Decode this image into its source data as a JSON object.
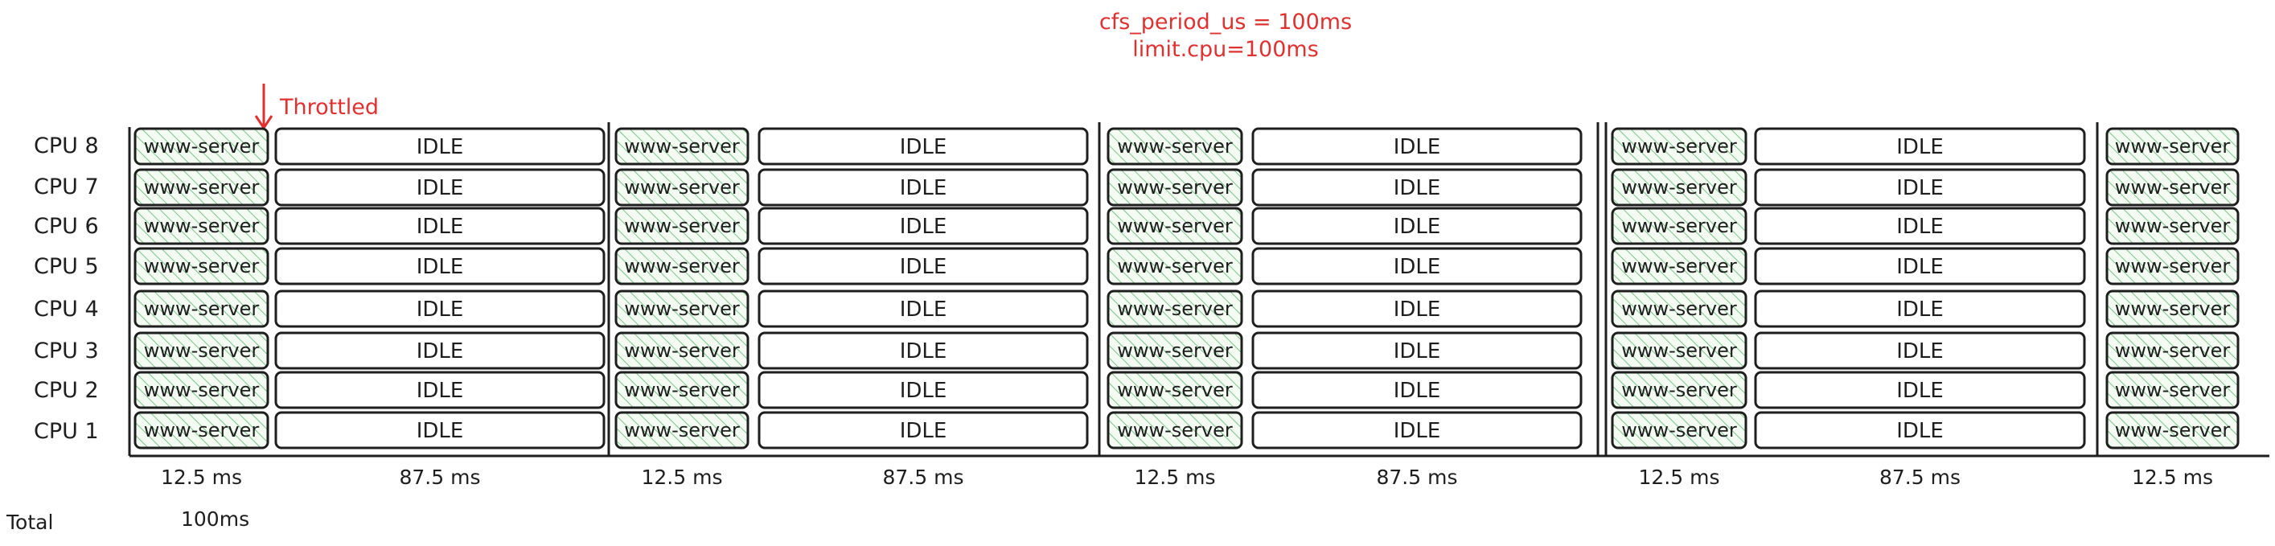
{
  "annotation": {
    "line1": "cfs_period_us = 100ms",
    "line2": "limit.cpu=100ms",
    "color": "#e03131"
  },
  "throttled": {
    "label": "Throttled",
    "color": "#e03131"
  },
  "cpus": [
    "CPU 8",
    "CPU 7",
    "CPU 6",
    "CPU 5",
    "CPU 4",
    "CPU 3",
    "CPU 2",
    "CPU 1"
  ],
  "running_label": "www-server",
  "idle_label": "IDLE",
  "durations": {
    "running": "12.5 ms",
    "idle": "87.5 ms"
  },
  "period_count": 5,
  "total": {
    "label": "Total",
    "value": "100ms"
  },
  "colors": {
    "stroke": "#1e1e1e",
    "hatch": "#2f9e44",
    "hatch_bg": "#f3fbf3"
  }
}
